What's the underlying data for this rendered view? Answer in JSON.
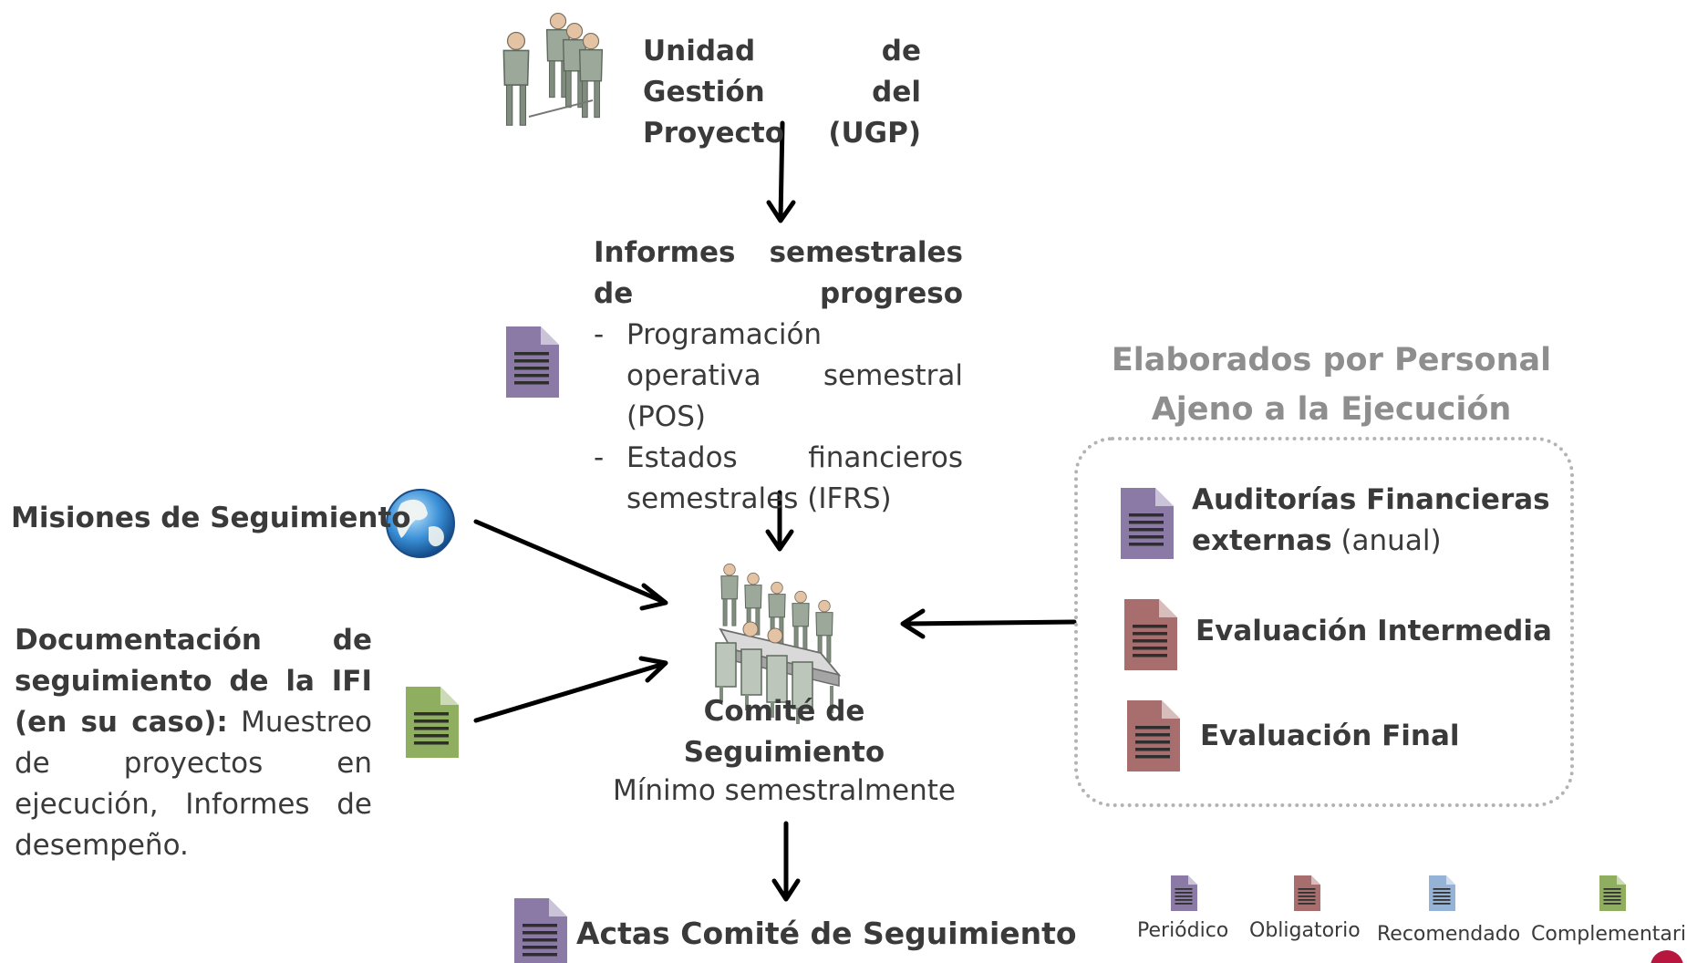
{
  "ugp": {
    "title": "Unidad de Gestión del Proyecto (UGP)"
  },
  "informes": {
    "title": "Informes semestrales de progreso",
    "items": [
      "Programación operativa semestral (POS)",
      "Estados financieros semestrales (IFRS)"
    ]
  },
  "misiones": {
    "label": "Misiones de Seguimiento"
  },
  "documentacion": {
    "bold": "Documentación de seguimiento de la IFI (en su caso):",
    "rest": " Muestreo de proyectos en ejecución, Informes de desempeño."
  },
  "comite": {
    "title": "Comité de Seguimiento",
    "subtitle": "Mínimo semestralmente"
  },
  "externos": {
    "title": "Elaborados por Personal Ajeno a la Ejecución",
    "auditorias_bold": "Auditorías Financieras externas",
    "auditorias_rest": " (anual)",
    "evaluacion_intermedia": "Evaluación Intermedia",
    "evaluacion_final": "Evaluación Final"
  },
  "actas": {
    "label": "Actas Comité de Seguimiento"
  },
  "legend": [
    {
      "label": "Periódico",
      "color": "#8c7aa6"
    },
    {
      "label": "Obligatorio",
      "color": "#a86e6e"
    },
    {
      "label": "Recomendado",
      "color": "#94b3d6"
    },
    {
      "label": "Complementario",
      "color": "#8fae5f"
    }
  ],
  "colors": {
    "periodico": "#8c7aa6",
    "obligatorio": "#a86e6e",
    "recomendado": "#94b3d6",
    "complementario": "#8fae5f",
    "text": "#3a3a3a",
    "muted_title": "#8e8e8e",
    "box_border": "#b3b3b3"
  },
  "icons": [
    "people-group-icon",
    "globe-icon",
    "meeting-table-icon",
    "document-icon"
  ]
}
